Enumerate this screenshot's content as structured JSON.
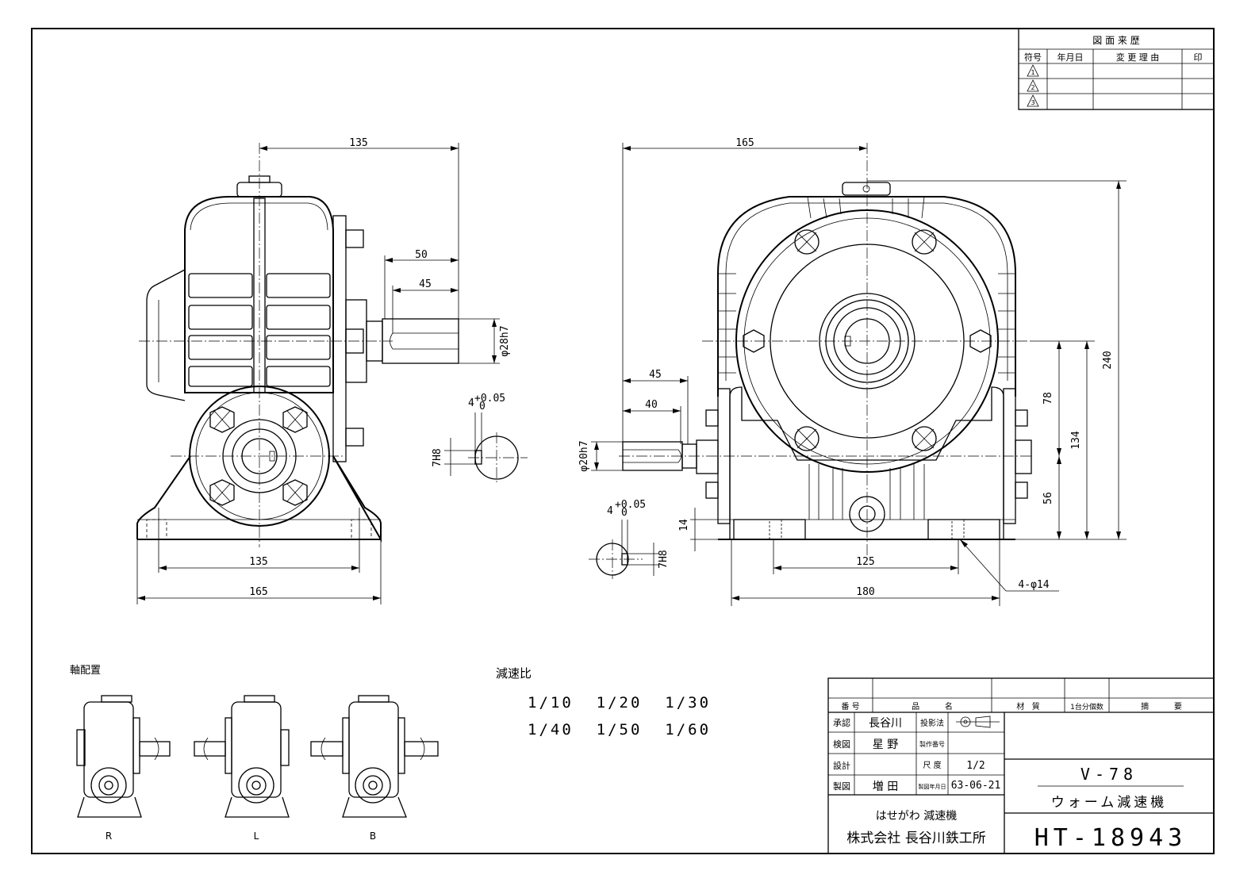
{
  "revision_table": {
    "title": "図 面 来 歴",
    "headers": [
      "符号",
      "年月日",
      "変 更 理 由",
      "印"
    ],
    "marks": [
      "⚠1",
      "⚠2",
      "⚠3"
    ]
  },
  "side_view": {
    "dim_top": "135",
    "dim_50": "50",
    "dim_45": "45",
    "dim_shaft": "φ28h7",
    "dim_base_inner": "135",
    "dim_base_outer": "165"
  },
  "keyway_1": {
    "width": "4",
    "tol": "+0.05\n0",
    "depth": "7H8"
  },
  "keyway_2": {
    "width": "4",
    "tol": "+0.05\n0",
    "depth": "7H8"
  },
  "front_view": {
    "dim_top": "165",
    "dim_45": "45",
    "dim_40": "40",
    "dim_shaft": "φ20h7",
    "dim_14": "14",
    "dim_125": "125",
    "dim_180": "180",
    "dim_holes": "4-φ14",
    "dim_240": "240",
    "dim_78": "78",
    "dim_134": "134",
    "dim_56": "56"
  },
  "shaft_arrangement": {
    "title": "軸配置",
    "labels": [
      "R",
      "L",
      "B"
    ]
  },
  "reduction_ratio": {
    "title": "減速比",
    "row1": "1/10  1/20  1/30",
    "row2": "1/40  1/50  1/60"
  },
  "title_block": {
    "col_number": "番 号",
    "col_name": "品          名",
    "col_material": "材   質",
    "col_qty": "1台分個数",
    "col_remarks": "摘          要",
    "approved_label": "承認",
    "approved_by": "長谷川",
    "checked_label": "検図",
    "checked_by": "星 野",
    "designed_label": "設計",
    "drawn_label": "製図",
    "drawn_by": "増 田",
    "projection_label": "投影法",
    "mfg_no_label": "製作番号",
    "scale_label": "尺 度",
    "scale_value": "1/2",
    "date_label": "製図年月日",
    "date_value": "63-06-21",
    "model": "V-78",
    "product": "ウォーム減速機",
    "brand": "はせがわ 減速機",
    "company": "株式会社 長谷川鉄工所",
    "drawing_no": "HT-18943"
  }
}
